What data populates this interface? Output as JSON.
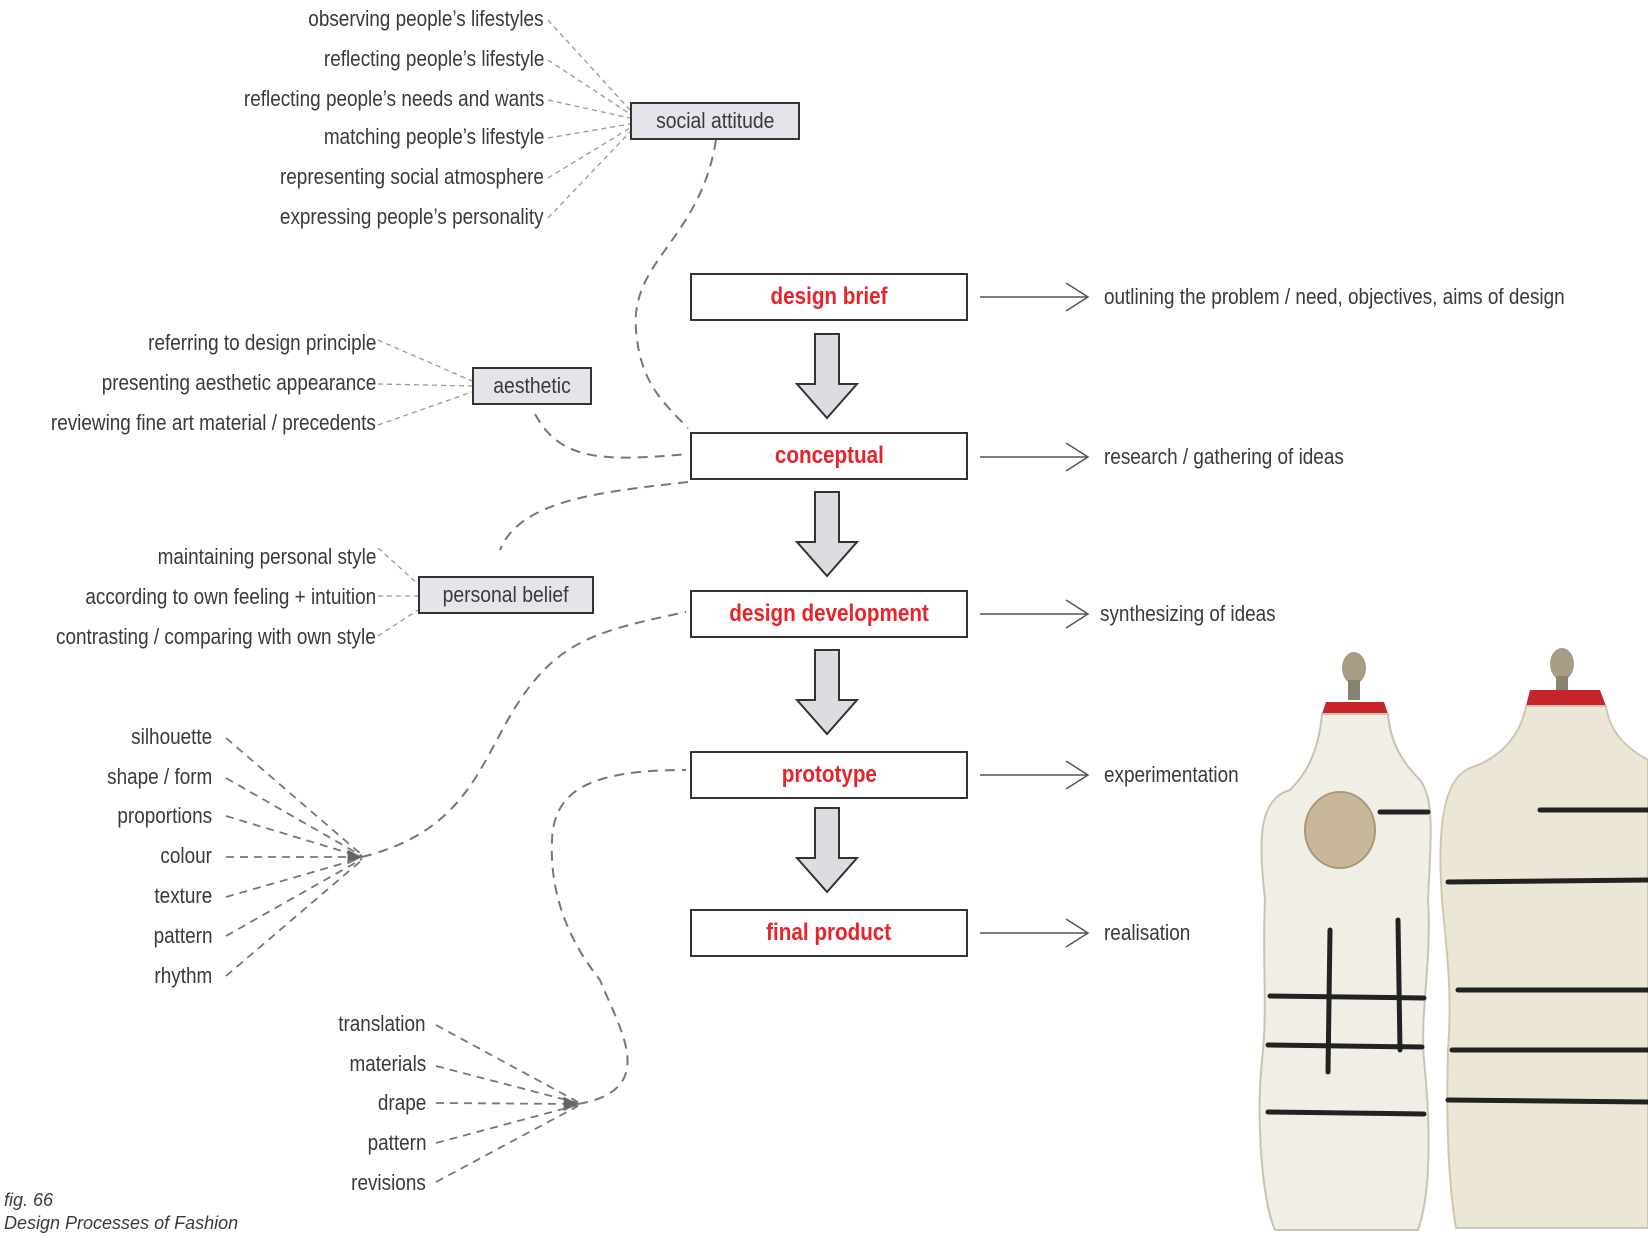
{
  "social": {
    "box": "social attitude",
    "items": [
      "observing people’s lifestyles",
      "reflecting people’s lifestyle",
      "reflecting people’s needs and wants",
      "matching people’s lifestyle",
      "representing social atmosphere",
      "expressing people’s personality"
    ]
  },
  "aesthetic": {
    "box": "aesthetic",
    "items": [
      "referring to design principle",
      "presenting aesthetic appearance",
      "reviewing fine art material / precedents"
    ]
  },
  "personal": {
    "box": "personal belief",
    "items": [
      "maintaining personal style",
      "according to own feeling + intuition",
      "contrasting / comparing with own style"
    ]
  },
  "elements": [
    "silhouette",
    "shape / form",
    "proportions",
    "colour",
    "texture",
    "pattern",
    "rhythm"
  ],
  "processes": [
    "translation",
    "materials",
    "drape",
    "pattern",
    "revisions"
  ],
  "steps": [
    {
      "label": "design brief",
      "desc": "outlining the problem / need, objectives, aims of design"
    },
    {
      "label": "conceptual",
      "desc": "research / gathering of ideas"
    },
    {
      "label": "design development",
      "desc": "synthesizing of ideas"
    },
    {
      "label": "prototype",
      "desc": "experimentation"
    },
    {
      "label": "final product",
      "desc": "realisation"
    }
  ],
  "caption": {
    "fig": "fig. 66",
    "title": "Design Processes of Fashion"
  }
}
